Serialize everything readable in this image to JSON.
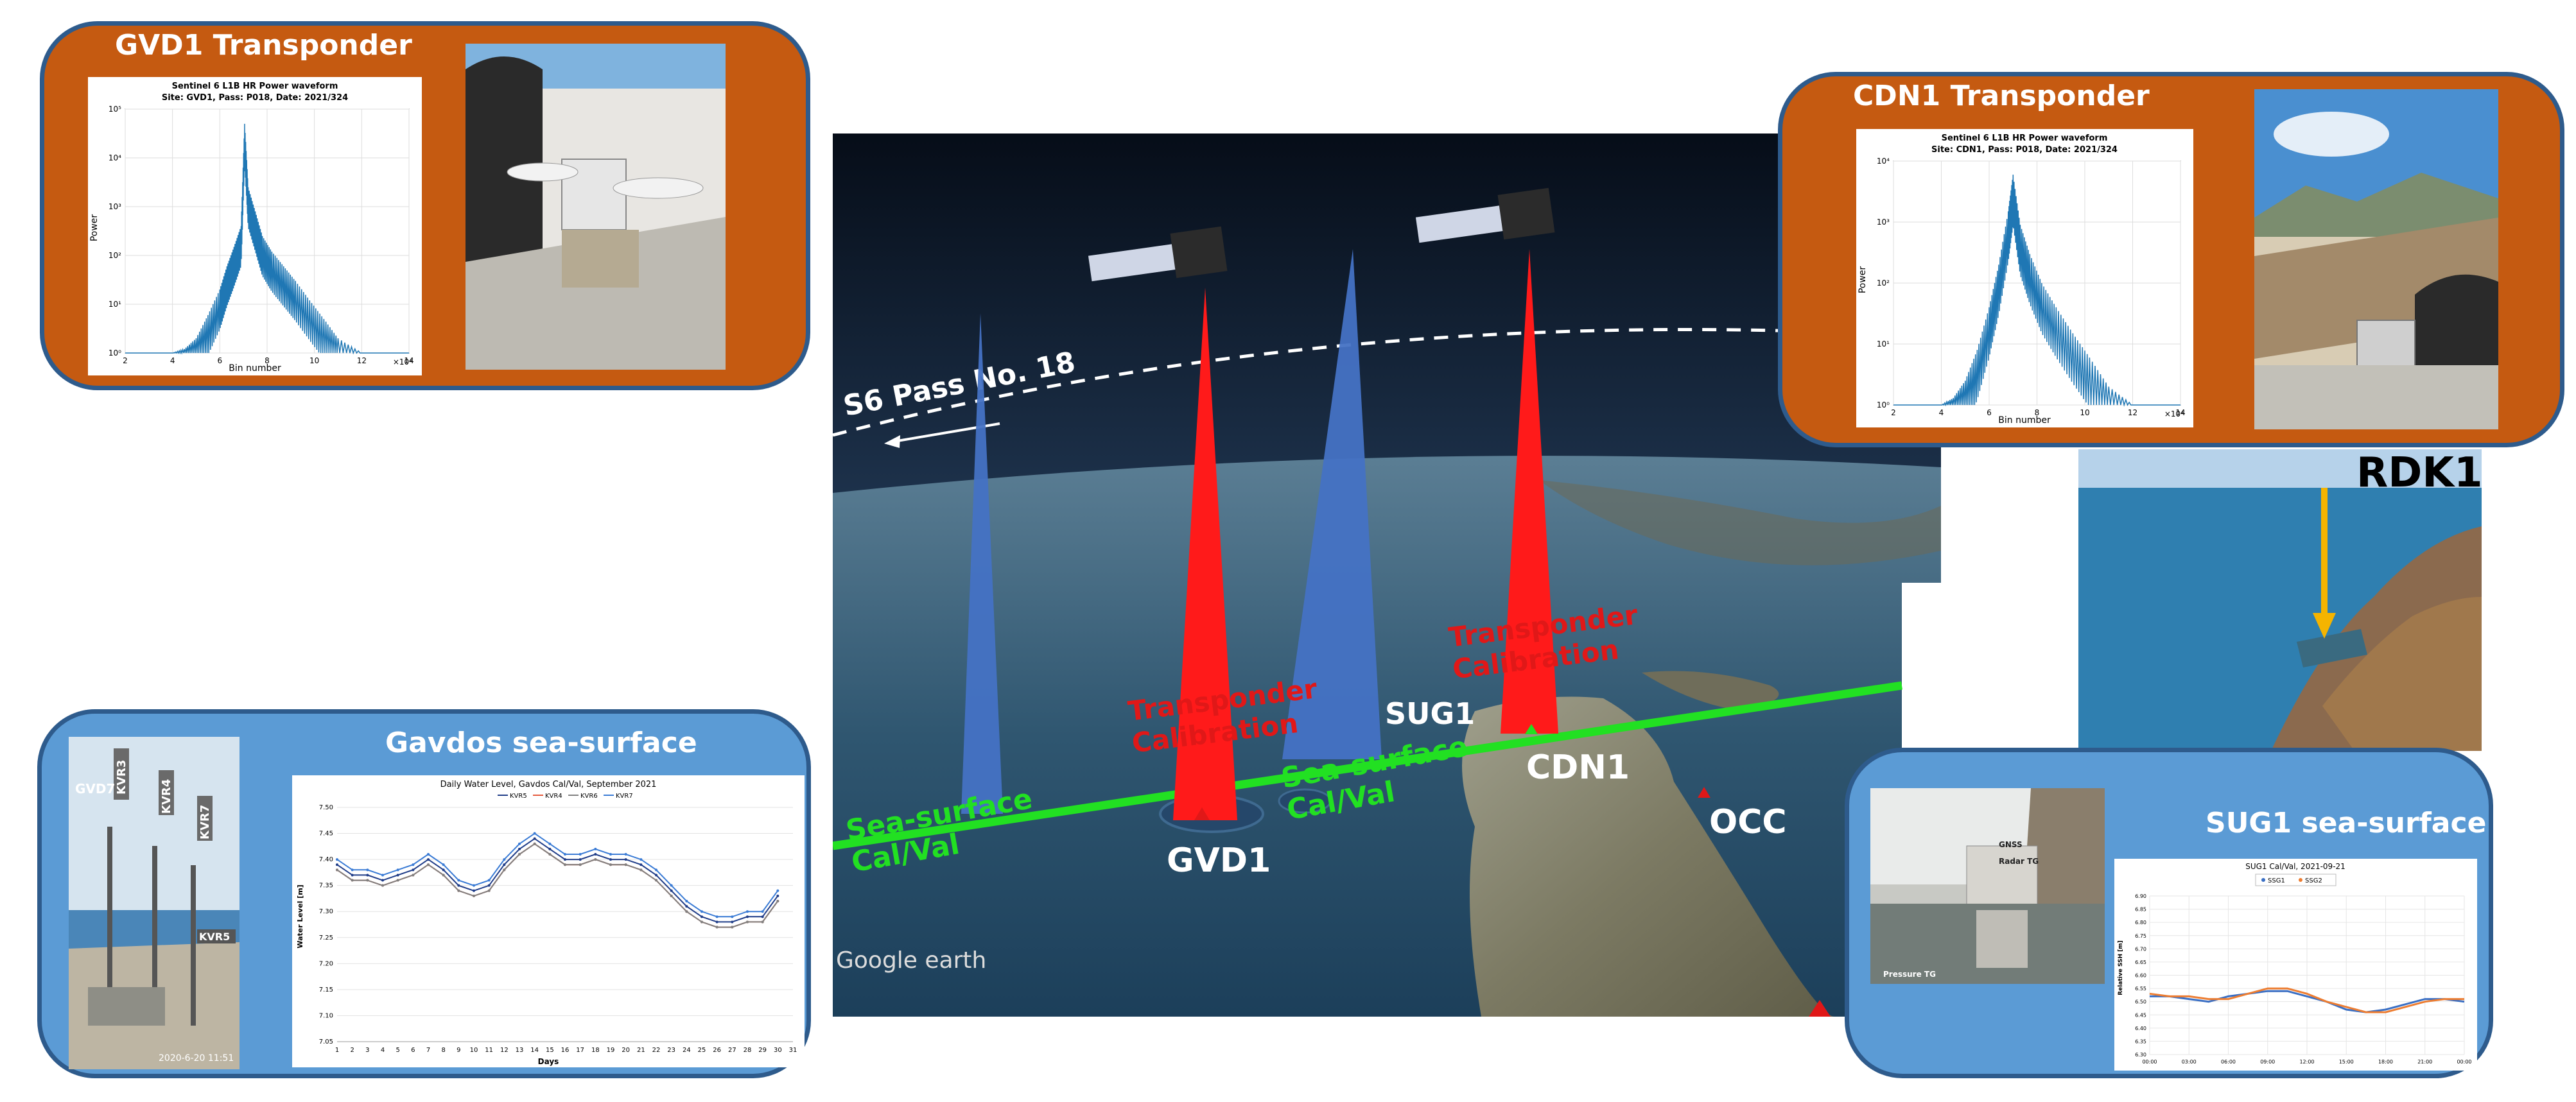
{
  "map": {
    "pass_label": "S6 Pass No. 18",
    "watermark": "Google earth",
    "sites": {
      "gvd1": "GVD1",
      "cdn1": "CDN1",
      "sug1": "SUG1",
      "occ": "OCC"
    },
    "seasurface_label_1": [
      "Sea-surface",
      "Cal/Val"
    ],
    "seasurface_label_2": [
      "Sea-surface",
      "Cal/Val"
    ],
    "transponder_label_1": [
      "Transponder",
      "Calibration"
    ],
    "transponder_label_2": [
      "Transponder",
      "Calibration"
    ],
    "colors": {
      "transponder_cone": "#ff1a1a",
      "seasurface_cone": "#4472c4",
      "track": "#22e022",
      "label_red": "#e01818",
      "label_green": "#22e022"
    }
  },
  "panels": {
    "gvd1": {
      "title": "GVD1 Transponder",
      "color": "#c55a11",
      "chart": {
        "title_line1": "Sentinel 6 L1B HR Power waveform",
        "title_line2": "Site: GVD1, Pass: P018, Date: 2021/324",
        "xlabel": "Bin number",
        "ylabel": "Power",
        "x_ticks": [
          "2",
          "4",
          "6",
          "8",
          "10",
          "12",
          "14"
        ],
        "x_exp": "×10⁴",
        "y_ticks": [
          "10⁰",
          "10¹",
          "10²",
          "10³",
          "10⁴",
          "10⁵"
        ]
      }
    },
    "cdn1": {
      "title": "CDN1 Transponder",
      "color": "#c55a11",
      "chart": {
        "title_line1": "Sentinel 6 L1B HR Power waveform",
        "title_line2": "Site: CDN1, Pass: P018, Date: 2021/324",
        "xlabel": "Bin number",
        "ylabel": "Power",
        "x_ticks": [
          "2",
          "4",
          "6",
          "8",
          "10",
          "12",
          "14"
        ],
        "x_exp": "×10⁴",
        "y_ticks": [
          "10⁰",
          "10¹",
          "10²",
          "10³",
          "10⁴"
        ]
      }
    },
    "gavdos": {
      "title": "Gavdos sea-surface",
      "color": "#5b9bd5",
      "photo_labels": [
        "GVD7",
        "KVR3",
        "KVR4",
        "KVR7",
        "KVR5"
      ],
      "photo_timestamp": "2020-6-20 11:51",
      "chart": {
        "title": "Daily Water Level, Gavdos Cal/Val, September 2021",
        "legend": [
          "KVR5",
          "KVR4",
          "KVR6",
          "KVR7"
        ],
        "xlabel": "Days",
        "ylabel": "Water Level [m]",
        "y_ticks": [
          "7.50",
          "7.45",
          "7.40",
          "7.35",
          "7.30",
          "7.25",
          "7.20",
          "7.15",
          "7.10",
          "7.05"
        ],
        "x_ticks": [
          "1",
          "2",
          "3",
          "4",
          "5",
          "6",
          "7",
          "8",
          "9",
          "10",
          "11",
          "12",
          "13",
          "14",
          "15",
          "16",
          "17",
          "18",
          "19",
          "20",
          "21",
          "22",
          "23",
          "24",
          "25",
          "26",
          "27",
          "28",
          "29",
          "30",
          "31"
        ]
      }
    },
    "sug1": {
      "title": "SUG1 sea-surface",
      "color": "#5b9bd5",
      "photo_labels": [
        "GNSS",
        "Radar TG",
        "Pressure TG"
      ],
      "chart": {
        "title": "SUG1 Cal/Val, 2021-09-21",
        "legend": [
          "SSG1",
          "SSG2"
        ],
        "ylabel": "Relative SSH [m]",
        "y_ticks": [
          "6.90",
          "6.85",
          "6.80",
          "6.75",
          "6.70",
          "6.65",
          "6.60",
          "6.55",
          "6.50",
          "6.45",
          "6.40",
          "6.35",
          "6.30"
        ],
        "x_ticks": [
          "00:00",
          "03:00",
          "06:00",
          "09:00",
          "12:00",
          "15:00",
          "18:00",
          "21:00",
          "00:00"
        ]
      }
    },
    "rdk1": {
      "title": "RDK1",
      "arrow_color": "#f5b400"
    }
  },
  "chart_data": [
    {
      "type": "line",
      "title": "Sentinel 6 L1B HR Power waveform — Site: GVD1, Pass: P018, Date: 2021/324",
      "xlabel": "Bin number",
      "ylabel": "Power",
      "xlim": [
        2,
        14
      ],
      "yscale": "log",
      "ylim": [
        1,
        100000
      ],
      "series": [
        {
          "x": [
            2,
            4,
            4.5,
            5,
            5.5,
            6,
            6.3,
            6.6,
            6.9,
            7.05,
            7.2,
            7.5,
            7.8,
            8.2,
            8.7,
            9.2,
            9.8,
            10.4,
            11,
            12,
            14
          ],
          "values": [
            1,
            1,
            1.2,
            2,
            6,
            20,
            60,
            150,
            400,
            50000,
            2500,
            800,
            250,
            120,
            60,
            30,
            12,
            5,
            2,
            1,
            1
          ]
        }
      ]
    },
    {
      "type": "line",
      "title": "Sentinel 6 L1B HR Power waveform — Site: CDN1, Pass: P018, Date: 2021/324",
      "xlabel": "Bin number",
      "ylabel": "Power",
      "xlim": [
        2,
        14
      ],
      "yscale": "log",
      "ylim": [
        1,
        10000
      ],
      "series": [
        {
          "x": [
            2,
            4,
            4.5,
            5,
            5.5,
            6,
            6.4,
            6.8,
            7.0,
            7.3,
            7.7,
            8.2,
            8.8,
            9.5,
            10.2,
            11,
            12,
            14
          ],
          "values": [
            1,
            1,
            1.3,
            2.5,
            8,
            40,
            200,
            1500,
            6000,
            900,
            300,
            100,
            40,
            15,
            6,
            2,
            1,
            1
          ]
        }
      ]
    },
    {
      "type": "line",
      "title": "Daily Water Level, Gavdos Cal/Val, September 2021",
      "xlabel": "Days",
      "ylabel": "Water Level [m]",
      "ylim": [
        7.05,
        7.5
      ],
      "x": [
        1,
        2,
        3,
        4,
        5,
        6,
        7,
        8,
        9,
        10,
        11,
        12,
        13,
        14,
        15,
        16,
        17,
        18,
        19,
        20,
        21,
        22,
        23,
        24,
        25,
        26,
        27,
        28,
        29,
        30
      ],
      "series": [
        {
          "name": "KVR5",
          "values": [
            7.39,
            7.37,
            7.37,
            7.36,
            7.37,
            7.38,
            7.4,
            7.38,
            7.35,
            7.34,
            7.35,
            7.39,
            7.42,
            7.44,
            7.42,
            7.4,
            7.4,
            7.41,
            7.4,
            7.4,
            7.39,
            7.37,
            7.34,
            7.31,
            7.29,
            7.28,
            7.28,
            7.29,
            7.29,
            7.33
          ]
        },
        {
          "name": "KVR4",
          "values": [
            7.38,
            7.36,
            7.36,
            7.35,
            7.36,
            7.37,
            7.39,
            7.37,
            7.34,
            7.33,
            7.34,
            7.38,
            7.41,
            7.43,
            7.41,
            7.39,
            7.39,
            7.4,
            7.39,
            7.39,
            7.38,
            7.36,
            7.33,
            7.3,
            7.28,
            7.27,
            7.27,
            7.28,
            7.28,
            7.32
          ]
        },
        {
          "name": "KVR6",
          "values": [
            7.38,
            7.36,
            7.36,
            7.35,
            7.36,
            7.37,
            7.39,
            7.37,
            7.34,
            7.33,
            7.34,
            7.38,
            7.41,
            7.43,
            7.41,
            7.39,
            7.39,
            7.4,
            7.39,
            7.39,
            7.38,
            7.36,
            7.33,
            7.3,
            7.28,
            7.27,
            7.27,
            7.28,
            7.28,
            7.32
          ]
        },
        {
          "name": "KVR7",
          "values": [
            7.4,
            7.38,
            7.38,
            7.37,
            7.38,
            7.39,
            7.41,
            7.39,
            7.36,
            7.35,
            7.36,
            7.4,
            7.43,
            7.45,
            7.43,
            7.41,
            7.41,
            7.42,
            7.41,
            7.41,
            7.4,
            7.38,
            7.35,
            7.32,
            7.3,
            7.29,
            7.29,
            7.3,
            7.3,
            7.34
          ]
        }
      ]
    },
    {
      "type": "line",
      "title": "SUG1 Cal/Val, 2021-09-21",
      "ylabel": "Relative SSH [m]",
      "ylim": [
        6.3,
        6.9
      ],
      "x": [
        0,
        1.5,
        3,
        4.5,
        6,
        7.5,
        9,
        10.5,
        12,
        13.5,
        15,
        16.5,
        18,
        19.5,
        21,
        22.5,
        24
      ],
      "series": [
        {
          "name": "SSG1",
          "values": [
            6.52,
            6.52,
            6.51,
            6.5,
            6.52,
            6.53,
            6.54,
            6.54,
            6.52,
            6.5,
            6.47,
            6.46,
            6.47,
            6.49,
            6.51,
            6.51,
            6.5
          ]
        },
        {
          "name": "SSG2",
          "values": [
            6.53,
            6.52,
            6.52,
            6.51,
            6.51,
            6.53,
            6.55,
            6.55,
            6.53,
            6.5,
            6.48,
            6.46,
            6.46,
            6.48,
            6.5,
            6.51,
            6.51
          ]
        }
      ]
    }
  ]
}
